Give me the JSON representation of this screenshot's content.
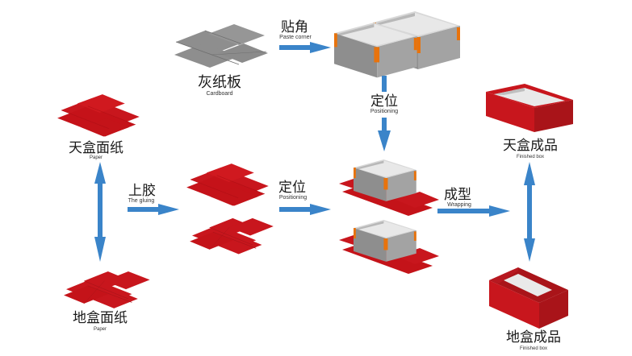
{
  "diagram": {
    "title": "Rigid box manufacturing process",
    "colors": {
      "arrow": "#3a84c9",
      "paper_red": "#c8161d",
      "paper_red_dark": "#a91419",
      "paper_red_light": "#d92128",
      "cardboard": "#8e8e8e",
      "cardboard_line": "#6f6f6f",
      "box_gray_front": "#8a8a8a",
      "box_gray_side": "#9f9f9f",
      "box_gray_inner": "#e4e4e4",
      "box_gray_inner_side": "#c6c6c6",
      "corner_tape": "#e8730c",
      "text": "#1a1a1a"
    },
    "nodes": {
      "cardboard": {
        "zh": "灰纸板",
        "en": "Cardboard"
      },
      "lid_paper": {
        "zh": "天盒面纸",
        "en": "Paper"
      },
      "base_paper": {
        "zh": "地盒面纸",
        "en": "Paper"
      },
      "lid_finished": {
        "zh": "天盒成品",
        "en": "Finished box"
      },
      "base_finished": {
        "zh": "地盒成品",
        "en": "Finished box"
      }
    },
    "steps": {
      "paste_corner": {
        "zh": "贴角",
        "en": "Paste corner"
      },
      "positioning_vertical": {
        "zh": "定位",
        "en": "Positioning"
      },
      "gluing": {
        "zh": "上胶",
        "en": "The gluing"
      },
      "positioning_horizontal": {
        "zh": "定位",
        "en": "Positioning"
      },
      "wrapping": {
        "zh": "成型",
        "en": "Wrapping"
      }
    }
  }
}
